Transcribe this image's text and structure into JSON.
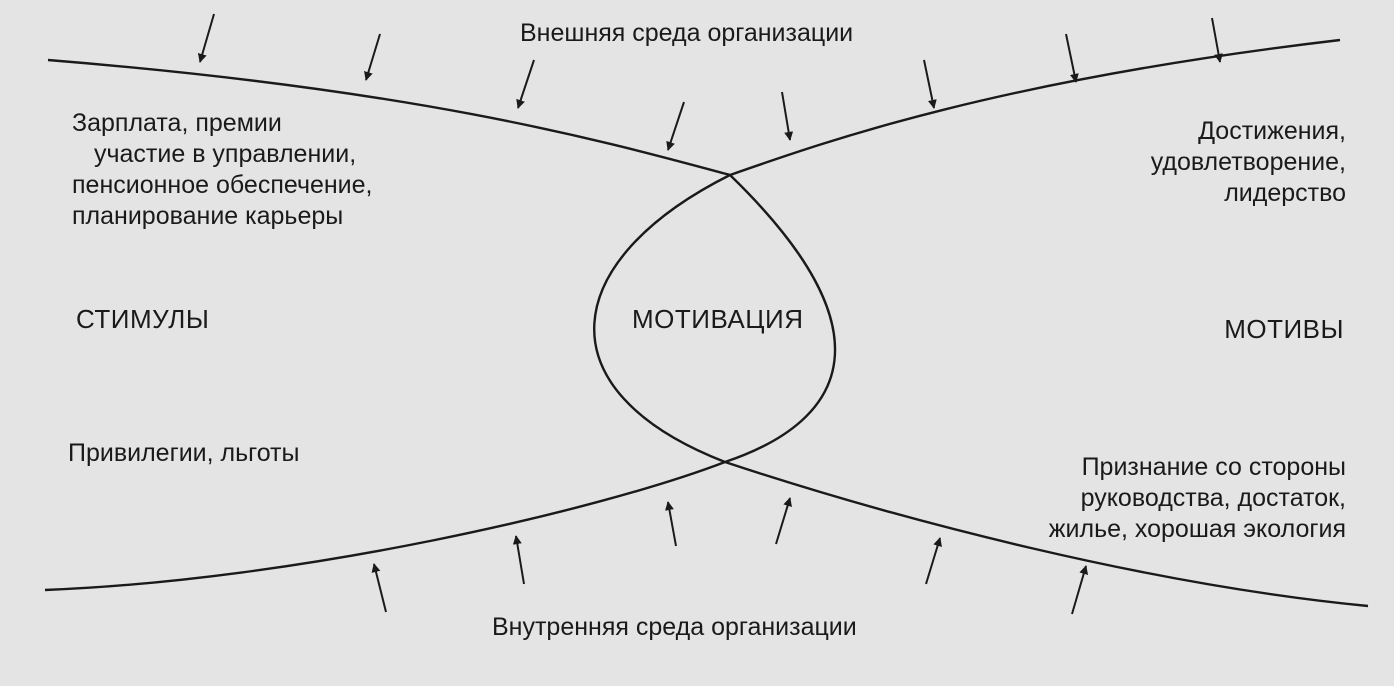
{
  "labels": {
    "external_env": "Внешняя среда организации",
    "internal_env": "Внутренняя среда организации",
    "center": "МОТИВАЦИЯ",
    "left_title": "СТИМУЛЫ",
    "right_title": "МОТИВЫ"
  },
  "stimuli_top": [
    "Зарплата, премии",
    "участие в управлении,",
    "пенсионное обеспечение,",
    "планирование карьеры"
  ],
  "stimuli_bottom": [
    "Привилегии, льготы"
  ],
  "motives_top": [
    "Достижения,",
    "удовлетворение,",
    "лидерство"
  ],
  "motives_bottom": [
    "Признание со стороны",
    "руководства, достаток,",
    "жилье, хорошая экология"
  ],
  "colors": {
    "line": "#1a1a1a",
    "background": "#e4e4e4"
  }
}
